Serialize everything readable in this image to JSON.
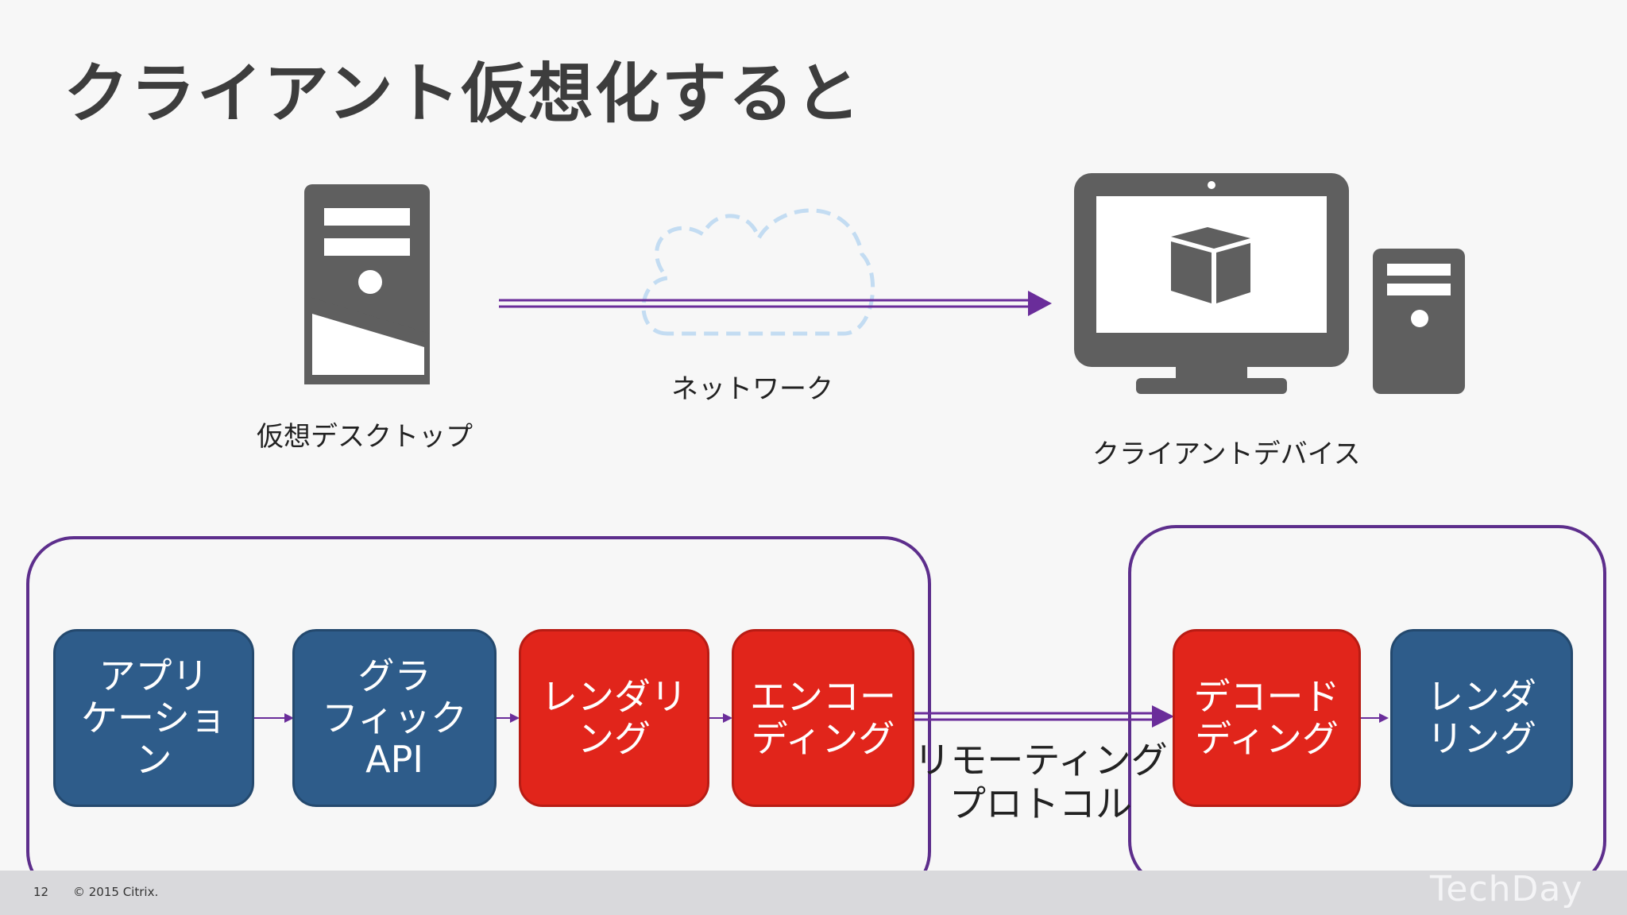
{
  "slide": {
    "title": "クライアント仮想化すると",
    "virtual_desktop_label": "仮想デスクトップ",
    "network_label": "ネットワーク",
    "client_device_label": "クライアントデバイス"
  },
  "pipeline": {
    "server_side": [
      {
        "label": "アプリ\nケーショ\nン",
        "color": "#2e5c8a"
      },
      {
        "label": "グラ\nフィック\nAPI",
        "color": "#2e5c8a"
      },
      {
        "label": "レンダリ\nング",
        "color": "#e1251b"
      },
      {
        "label": "エンコー\nディング",
        "color": "#e1251b"
      }
    ],
    "protocol_label": "リモーティング\nプロトコル",
    "client_side": [
      {
        "label": "デコード\nディング",
        "color": "#e1251b"
      },
      {
        "label": "レンダ\nリング",
        "color": "#2e5c8a"
      }
    ]
  },
  "colors": {
    "accent_purple": "#6a2d9a",
    "icon_gray": "#5f5f5f",
    "cloud_blue": "#c3dcf2"
  },
  "footer": {
    "page_number": "12",
    "copyright": "© 2015 Citrix.",
    "brand": "TechDay"
  }
}
